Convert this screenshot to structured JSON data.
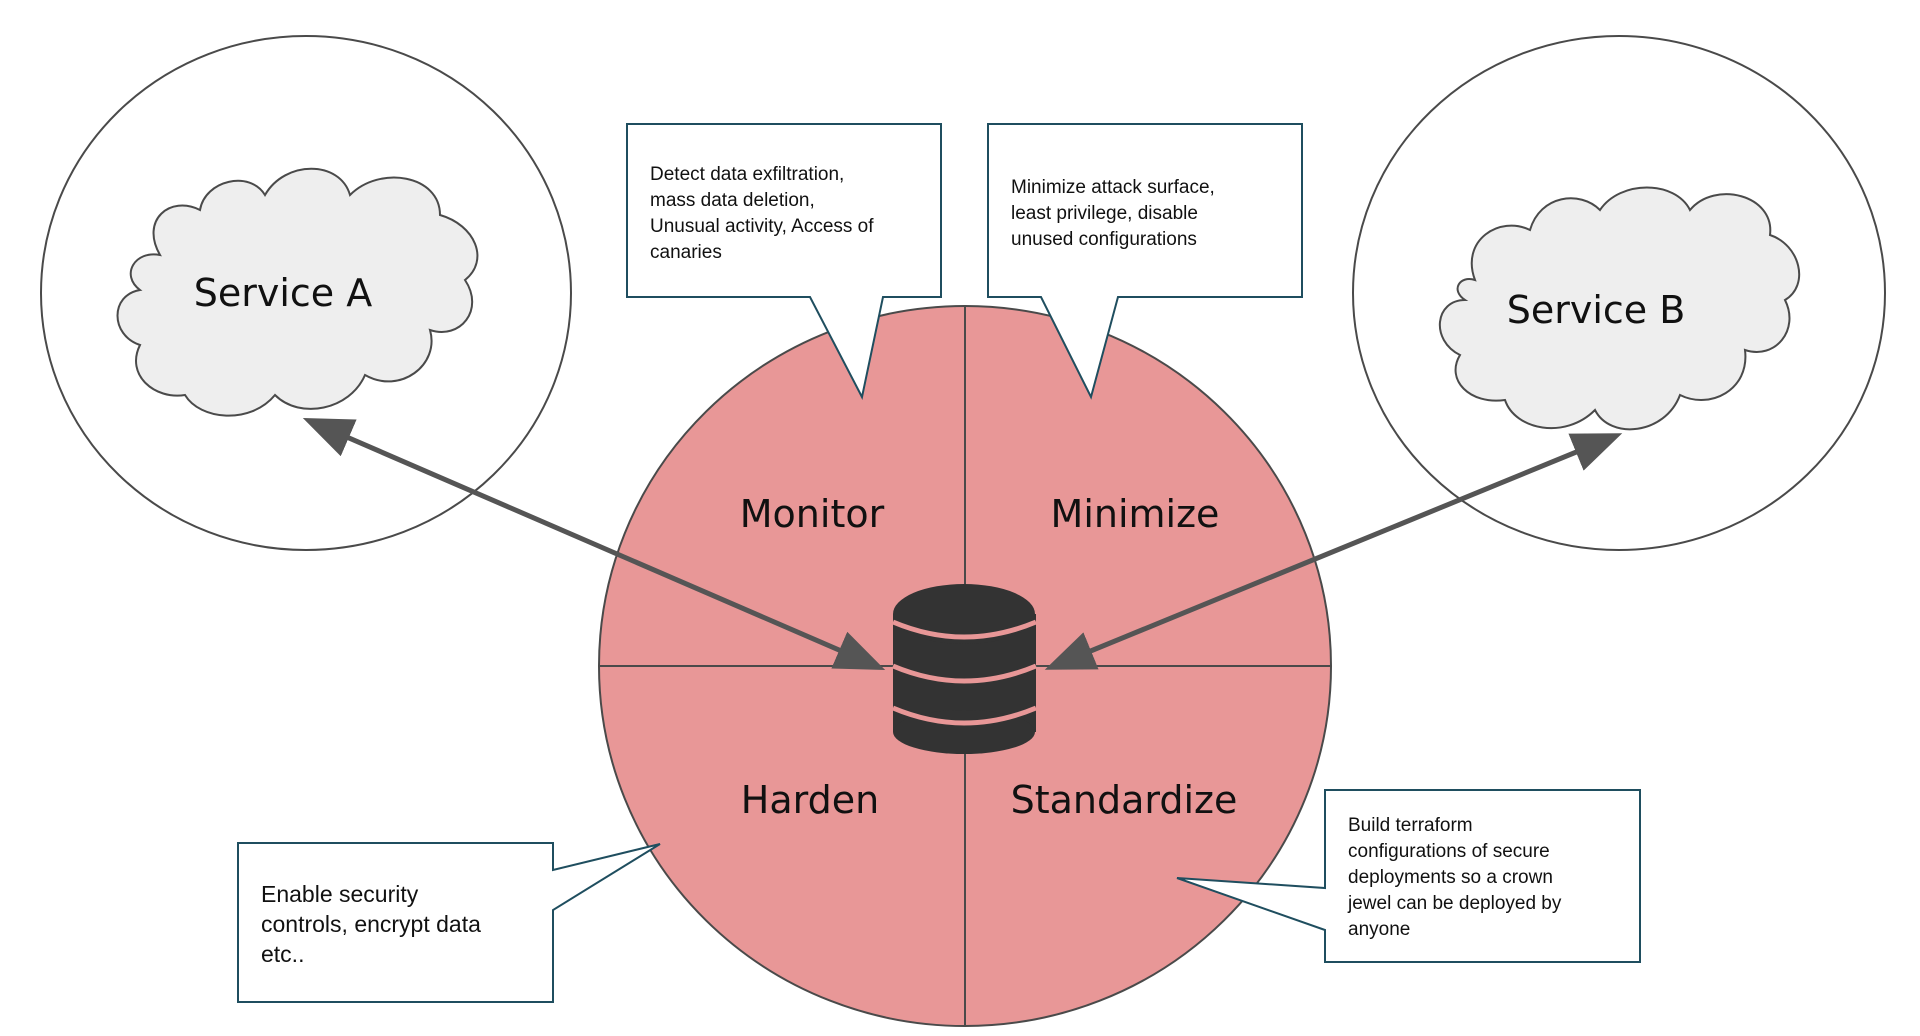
{
  "services": {
    "a": {
      "label": "Service A"
    },
    "b": {
      "label": "Service B"
    }
  },
  "quadrants": {
    "monitor": "Monitor",
    "minimize": "Minimize",
    "harden": "Harden",
    "standardize": "Standardize"
  },
  "callouts": {
    "monitor": [
      "Detect data exfiltration,",
      "mass data deletion,",
      "Unusual activity, Access of",
      "canaries"
    ],
    "minimize": [
      "Minimize attack surface,",
      "least privilege, disable",
      "unused configurations"
    ],
    "harden": [
      "Enable security",
      "controls, encrypt data",
      "etc.."
    ],
    "standardize": [
      "Build terraform",
      "configurations of secure",
      "deployments so a crown",
      "jewel can be deployed by",
      "anyone"
    ]
  },
  "colors": {
    "core_fill": "#e89797",
    "stroke": "#4a4a4a",
    "cloud_fill": "#eeeeee",
    "callout_border": "#1f4e5f",
    "arrow": "#555555",
    "database": "#333333"
  },
  "icons": {
    "database": "database-icon",
    "cloud_a": "cloud-icon",
    "cloud_b": "cloud-icon"
  }
}
